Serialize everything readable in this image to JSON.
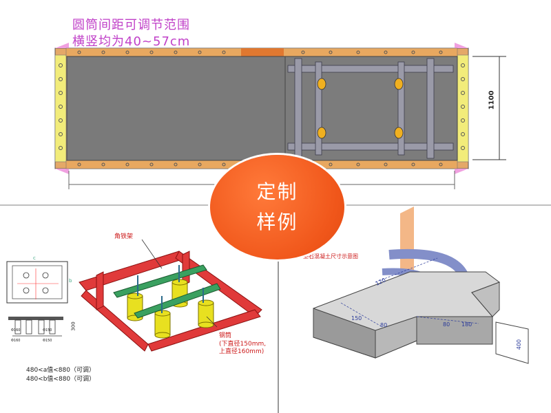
{
  "header": {
    "line1": "圆筒间距可调节范围",
    "line2": "横竖均为40~57cm"
  },
  "plan": {
    "dimension": "1100"
  },
  "badge": {
    "line1": "定制",
    "line2": "样例"
  },
  "frame3d": {
    "angle_label": "角铁架",
    "tube_label": "钢筒",
    "tube_lower": "(下直径150mm,",
    "tube_upper": "上直径160mm)"
  },
  "small_drawing": {
    "range_a": "480<a值<880（可调）",
    "range_b": "480<b值<880（可调）",
    "dim_c": "c",
    "dim_b": "b",
    "dim_height": "300",
    "foot1": "Φ160",
    "foot2": "Φ150",
    "foot3": "Φ160",
    "foot4": "Φ150"
  },
  "concrete": {
    "label": "垫石混凝土尺寸示意图",
    "dim_150": "150",
    "dim_80_left": "80",
    "dim_80_right": "80",
    "dim_180": "180",
    "dim_400": "400",
    "dim_120": "120"
  },
  "colors": {
    "title": "#c040c8",
    "badge": "#f0561a",
    "plate_gray": "#7a7a7a",
    "edge_orange": "#e0a060",
    "edge_yellow": "#f2ec7a",
    "frame_red": "#e03030",
    "bar_green": "#3aa060",
    "tube_yellow": "#e8e020"
  }
}
